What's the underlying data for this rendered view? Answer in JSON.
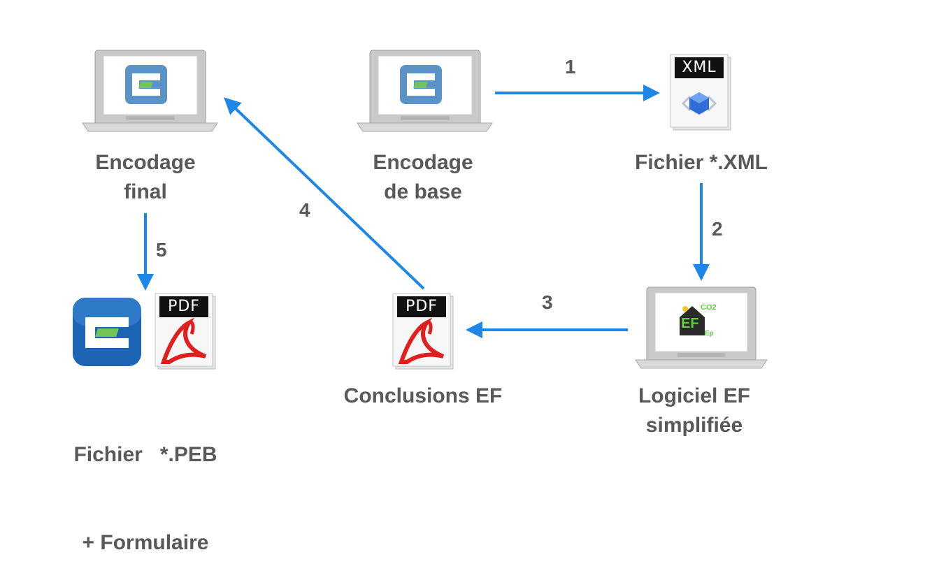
{
  "nodes": {
    "encodage_final": {
      "line1": "Encodage",
      "line2": "final"
    },
    "encodage_base": {
      "line1": "Encodage",
      "line2": "de base"
    },
    "fichier_xml": {
      "line1": "Fichier *.XML"
    },
    "logiciel_ef": {
      "line1": "Logiciel EF",
      "line2": "simplifiée"
    },
    "conclusions_ef": {
      "line1": "Conclusions EF"
    },
    "fichier_peb": {
      "line1": "Fichier   *.PEB",
      "line2": "+ Formulaire"
    }
  },
  "icons": {
    "xml_tag": "XML",
    "pdf_tag": "PDF",
    "ef_logo": {
      "main": "EF",
      "co2": "CO2",
      "ep": "Ep"
    }
  },
  "steps": [
    "1",
    "2",
    "3",
    "4",
    "5"
  ],
  "colors": {
    "arrow": "#1e86e6",
    "label": "#595959",
    "app_blue": "#1e64b4"
  }
}
